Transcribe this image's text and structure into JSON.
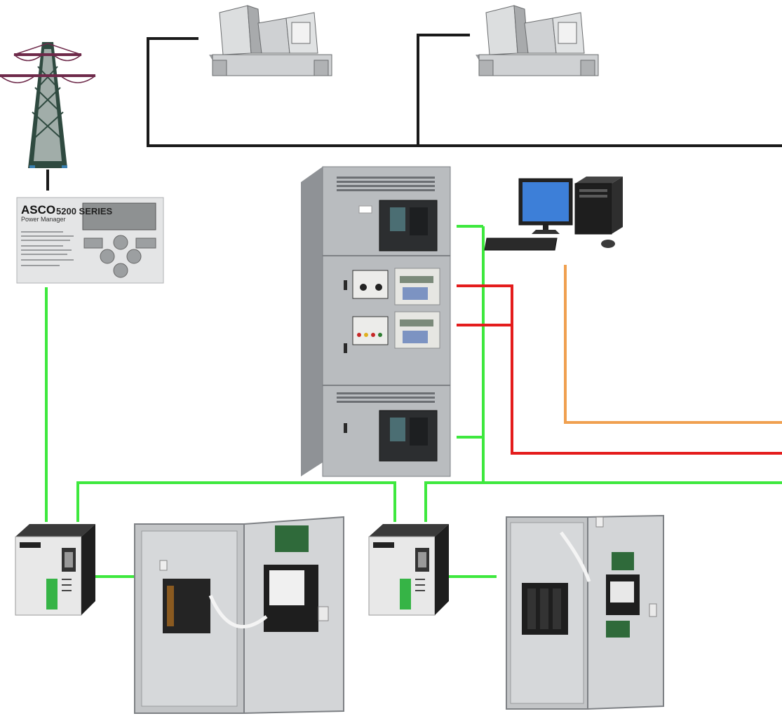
{
  "power_manager": {
    "brand": "ASCO",
    "series": "5200 SERIES",
    "subtitle": "Power Manager"
  },
  "colors": {
    "power_line": "#1a1a1a",
    "network_green": "#3ee83e",
    "link_red": "#e41c1c",
    "link_orange": "#f0a050",
    "cabinet_gray": "#b9bcbf",
    "cabinet_dark": "#8f9296"
  },
  "icons": [
    "transmission-tower-icon",
    "generator-icon",
    "switchgear-cabinet-icon",
    "desktop-computer-icon",
    "power-manager-panel-icon",
    "communication-module-icon",
    "transfer-switch-cabinet-icon"
  ]
}
